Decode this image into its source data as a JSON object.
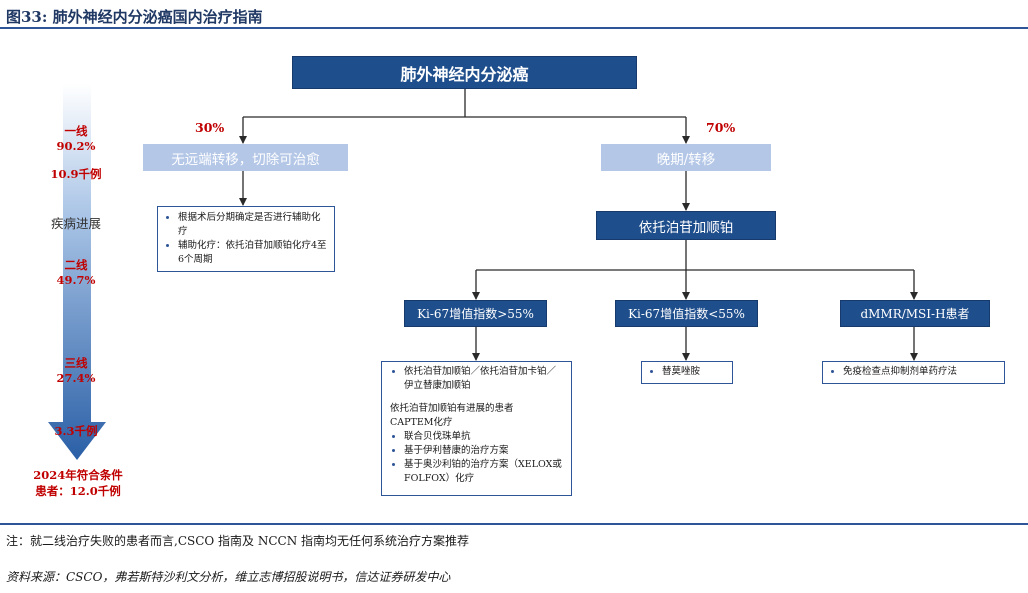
{
  "figure_title": "图33: 肺外神经内分泌癌国内治疗指南",
  "root": "肺外神经内分泌癌",
  "branch_left": {
    "pct": "30%",
    "label": "无远端转移，切除可治愈",
    "items": [
      "根据术后分期确定是否进行辅助化疗",
      "辅助化疗：依托泊苷加顺铂化疗4至6个周期"
    ]
  },
  "branch_right": {
    "pct": "70%",
    "label": "晚期/转移",
    "therapy": "依托泊苷加顺铂"
  },
  "sub_a": {
    "label": "Ki-67增值指数>55%",
    "items": [
      "依托泊苷加顺铂／依托泊苷加卡铂／伊立替康加顺铂"
    ],
    "follow_title": "依托泊苷加顺铂有进展的患者",
    "follow_sub": "CAPTEM化疗",
    "follow_items": [
      "联合贝伐珠单抗",
      "基于伊利替康的治疗方案",
      "基于奥沙利铂的治疗方案（XELOX或FOLFOX）化疗"
    ]
  },
  "sub_b": {
    "label": "Ki-67增值指数<55%",
    "items": [
      "替莫唑胺"
    ]
  },
  "sub_c": {
    "label": "dMMR/MSI-H患者",
    "items": [
      "免疫检查点抑制剂单药疗法"
    ]
  },
  "progress": {
    "axis_label": "疾病进展",
    "line1": {
      "name": "一线",
      "pct": "90.2%",
      "count": "10.9千例"
    },
    "line2": {
      "name": "二线",
      "pct": "49.7%"
    },
    "line3": {
      "name": "三线",
      "pct": "27.4%",
      "count": "3.3千例"
    },
    "eligible": "2024年符合条件患者：12.0千例"
  },
  "note": "注：就二线治疗失败的患者而言,CSCO 指南及 NCCN 指南均无任何系统治疗方案推荐",
  "source": "资料来源：CSCO，弗若斯特沙利文分析，维立志博招股说明书，信达证券研发中心",
  "colors": {
    "dark_blue": "#1f4e8c",
    "light_blue": "#b4c7e7",
    "red": "#c00000"
  }
}
